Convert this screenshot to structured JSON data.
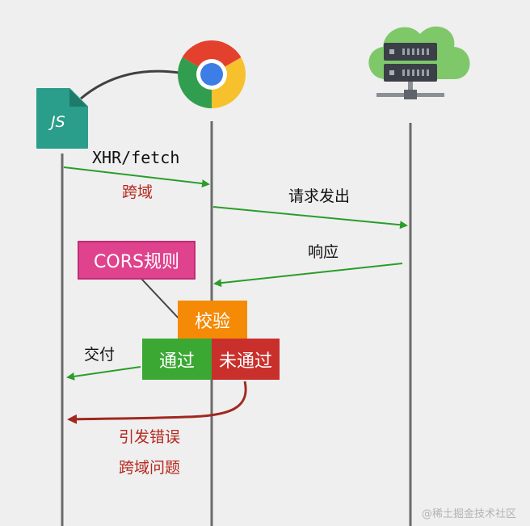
{
  "nodes": {
    "js_file_label": "JS",
    "browser_icon": "chrome-icon",
    "server_icon": "server-cloud-icon"
  },
  "messages": {
    "request": "XHR/fetch",
    "cross_origin": "跨域",
    "sent": "请求发出",
    "response": "响应",
    "deliver": "交付",
    "raise_error": "引发错误",
    "cross_origin_issue": "跨域问题"
  },
  "check": {
    "rules": "CORS规则",
    "validate": "校验",
    "pass": "通过",
    "fail": "未通过"
  },
  "watermark": "@稀土掘金技术社区",
  "colors": {
    "green_arrow": "#2a9d2a",
    "red_arrow": "#a0281e",
    "rules_box": "#e0438e",
    "validate_box": "#f58a07",
    "pass_box": "#3aa832",
    "fail_box": "#c9302c",
    "js_tile": "#2a9e8a",
    "cloud": "#7ec86a",
    "red_text": "#b5281e"
  }
}
